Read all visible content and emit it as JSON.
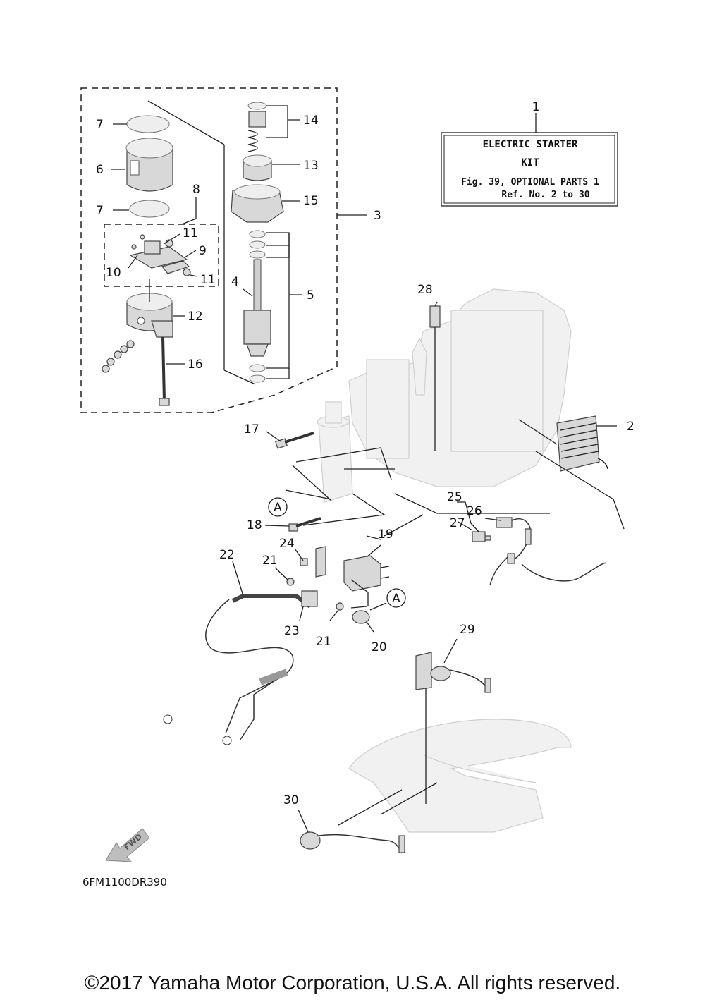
{
  "kit_box": {
    "number": "1",
    "line1": "ELECTRIC STARTER",
    "line2": "KIT",
    "line3": "Fig. 39, OPTIONAL PARTS 1",
    "line4": "Ref. No. 2 to 30"
  },
  "ref_label": "A",
  "fwd_label": "FWD",
  "drawing_code": "6FM1100DR390",
  "copyright": "©2017 Yamaha Motor Corporation, U.S.A. All rights reserved.",
  "callouts": {
    "c2": "2",
    "c3": "3",
    "c4": "4",
    "c5": "5",
    "c6": "6",
    "c7a": "7",
    "c7b": "7",
    "c8": "8",
    "c9": "9",
    "c10": "10",
    "c11a": "11",
    "c11b": "11",
    "c12": "12",
    "c13": "13",
    "c14": "14",
    "c15": "15",
    "c16": "16",
    "c17": "17",
    "c18": "18",
    "c19": "19",
    "c20": "20",
    "c21a": "21",
    "c21b": "21",
    "c22": "22",
    "c23": "23",
    "c24": "24",
    "c25": "25",
    "c26": "26",
    "c27": "27",
    "c28": "28",
    "c29": "29",
    "c30": "30"
  }
}
